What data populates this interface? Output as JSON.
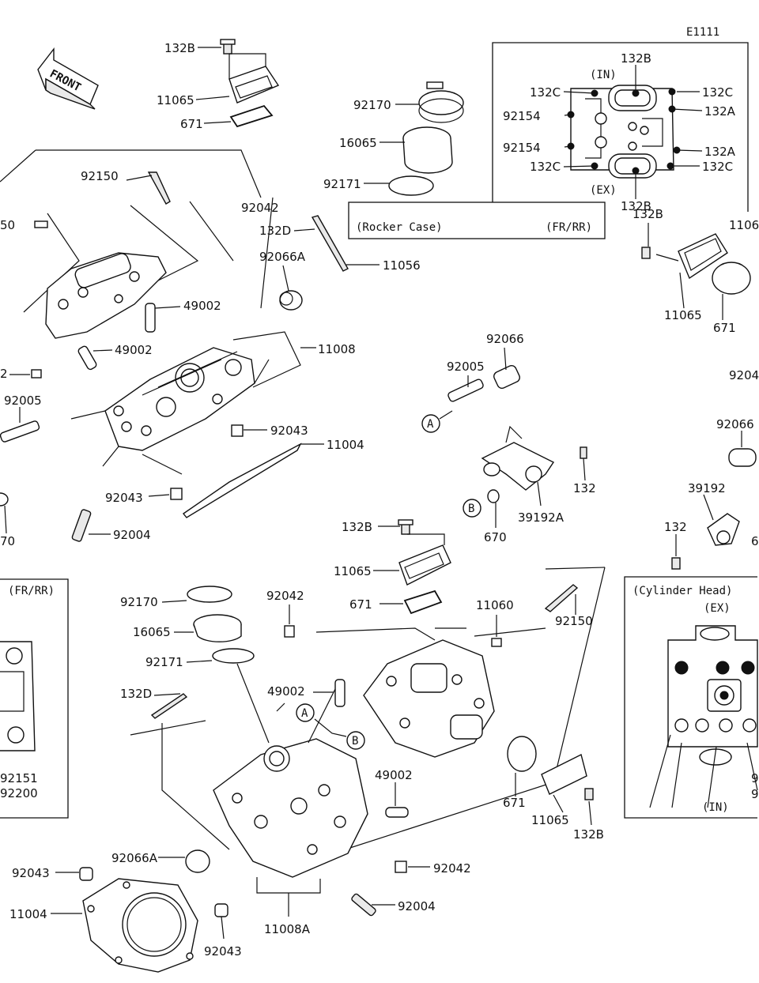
{
  "figure_code": "E1111",
  "front_arrow_label": "FRONT",
  "insets": {
    "rocker_case": {
      "title": "(Rocker Case)",
      "variant": "(FR/RR)",
      "in_label": "(IN)",
      "ex_label": "(EX)"
    },
    "cylinder_head": {
      "title": "(Cylinder Head)",
      "ex_label": "(EX)",
      "in_label": "(IN)"
    },
    "left_partial": {
      "variant": "(FR/RR)"
    }
  },
  "callouts": {
    "c_132B_a": "132B",
    "c_11065_a": "11065",
    "c_671_a": "671",
    "c_92170_a": "92170",
    "c_16065_a": "16065",
    "c_92171_a": "92171",
    "c_92150_a": "92150",
    "c_92042_a": "92042",
    "c_132D_a": "132D",
    "c_11056": "11056",
    "c_92066A_a": "92066A",
    "c_49002_a": "49002",
    "c_49002_b": "49002",
    "c_11008": "11008",
    "c_92005_a": "92005",
    "c_92005_b": "92005",
    "c_92043_a": "92043",
    "c_11004_a": "11004",
    "c_92043_b": "92043",
    "c_92004_a": "92004",
    "c_92066_a": "92066",
    "c_132_a": "132",
    "c_39192A": "39192A",
    "c_670_a": "670",
    "c_132B_b": "132B",
    "c_11065_b": "11065",
    "c_671_b": "671",
    "c_11060": "11060",
    "c_92150_b": "92150",
    "c_92170_b": "92170",
    "c_16065_b": "16065",
    "c_92171_b": "92171",
    "c_92042_b": "92042",
    "c_132D_b": "132D",
    "c_49002_c": "49002",
    "c_49002_d": "49002",
    "c_92066A_b": "92066A",
    "c_92043_c": "92043",
    "c_11004_b": "11004",
    "c_92043_d": "92043",
    "c_11008A": "11008A",
    "c_92004_b": "92004",
    "c_92042_c": "92042",
    "c_671_c": "671",
    "c_11065_c": "11065",
    "c_132B_c": "132B",
    "c_132B_d": "132B",
    "c_11065_d": "11065",
    "c_671_d": "671",
    "c_92066_b": "92066",
    "c_39192": "39192",
    "c_132_b": "132",
    "c_92151": "92151",
    "c_92200": "92200",
    "c_92150_partial": "50",
    "c_2_partial": "2",
    "c_670_partial": "70",
    "c_1106_partial": "1106",
    "c_9204_partial": "9204",
    "c_6_partial": "6",
    "c_9_partial_a": "9",
    "c_9_partial_b": "9",
    "ri_132B_top": "132B",
    "ri_132C_tl": "132C",
    "ri_132C_tr": "132C",
    "ri_92154_a": "92154",
    "ri_132A_a": "132A",
    "ri_92154_b": "92154",
    "ri_132A_b": "132A",
    "ri_132C_bl": "132C",
    "ri_132C_br": "132C",
    "ri_132B_bot": "132B"
  },
  "reference_markers": {
    "A": "A",
    "B": "B"
  }
}
